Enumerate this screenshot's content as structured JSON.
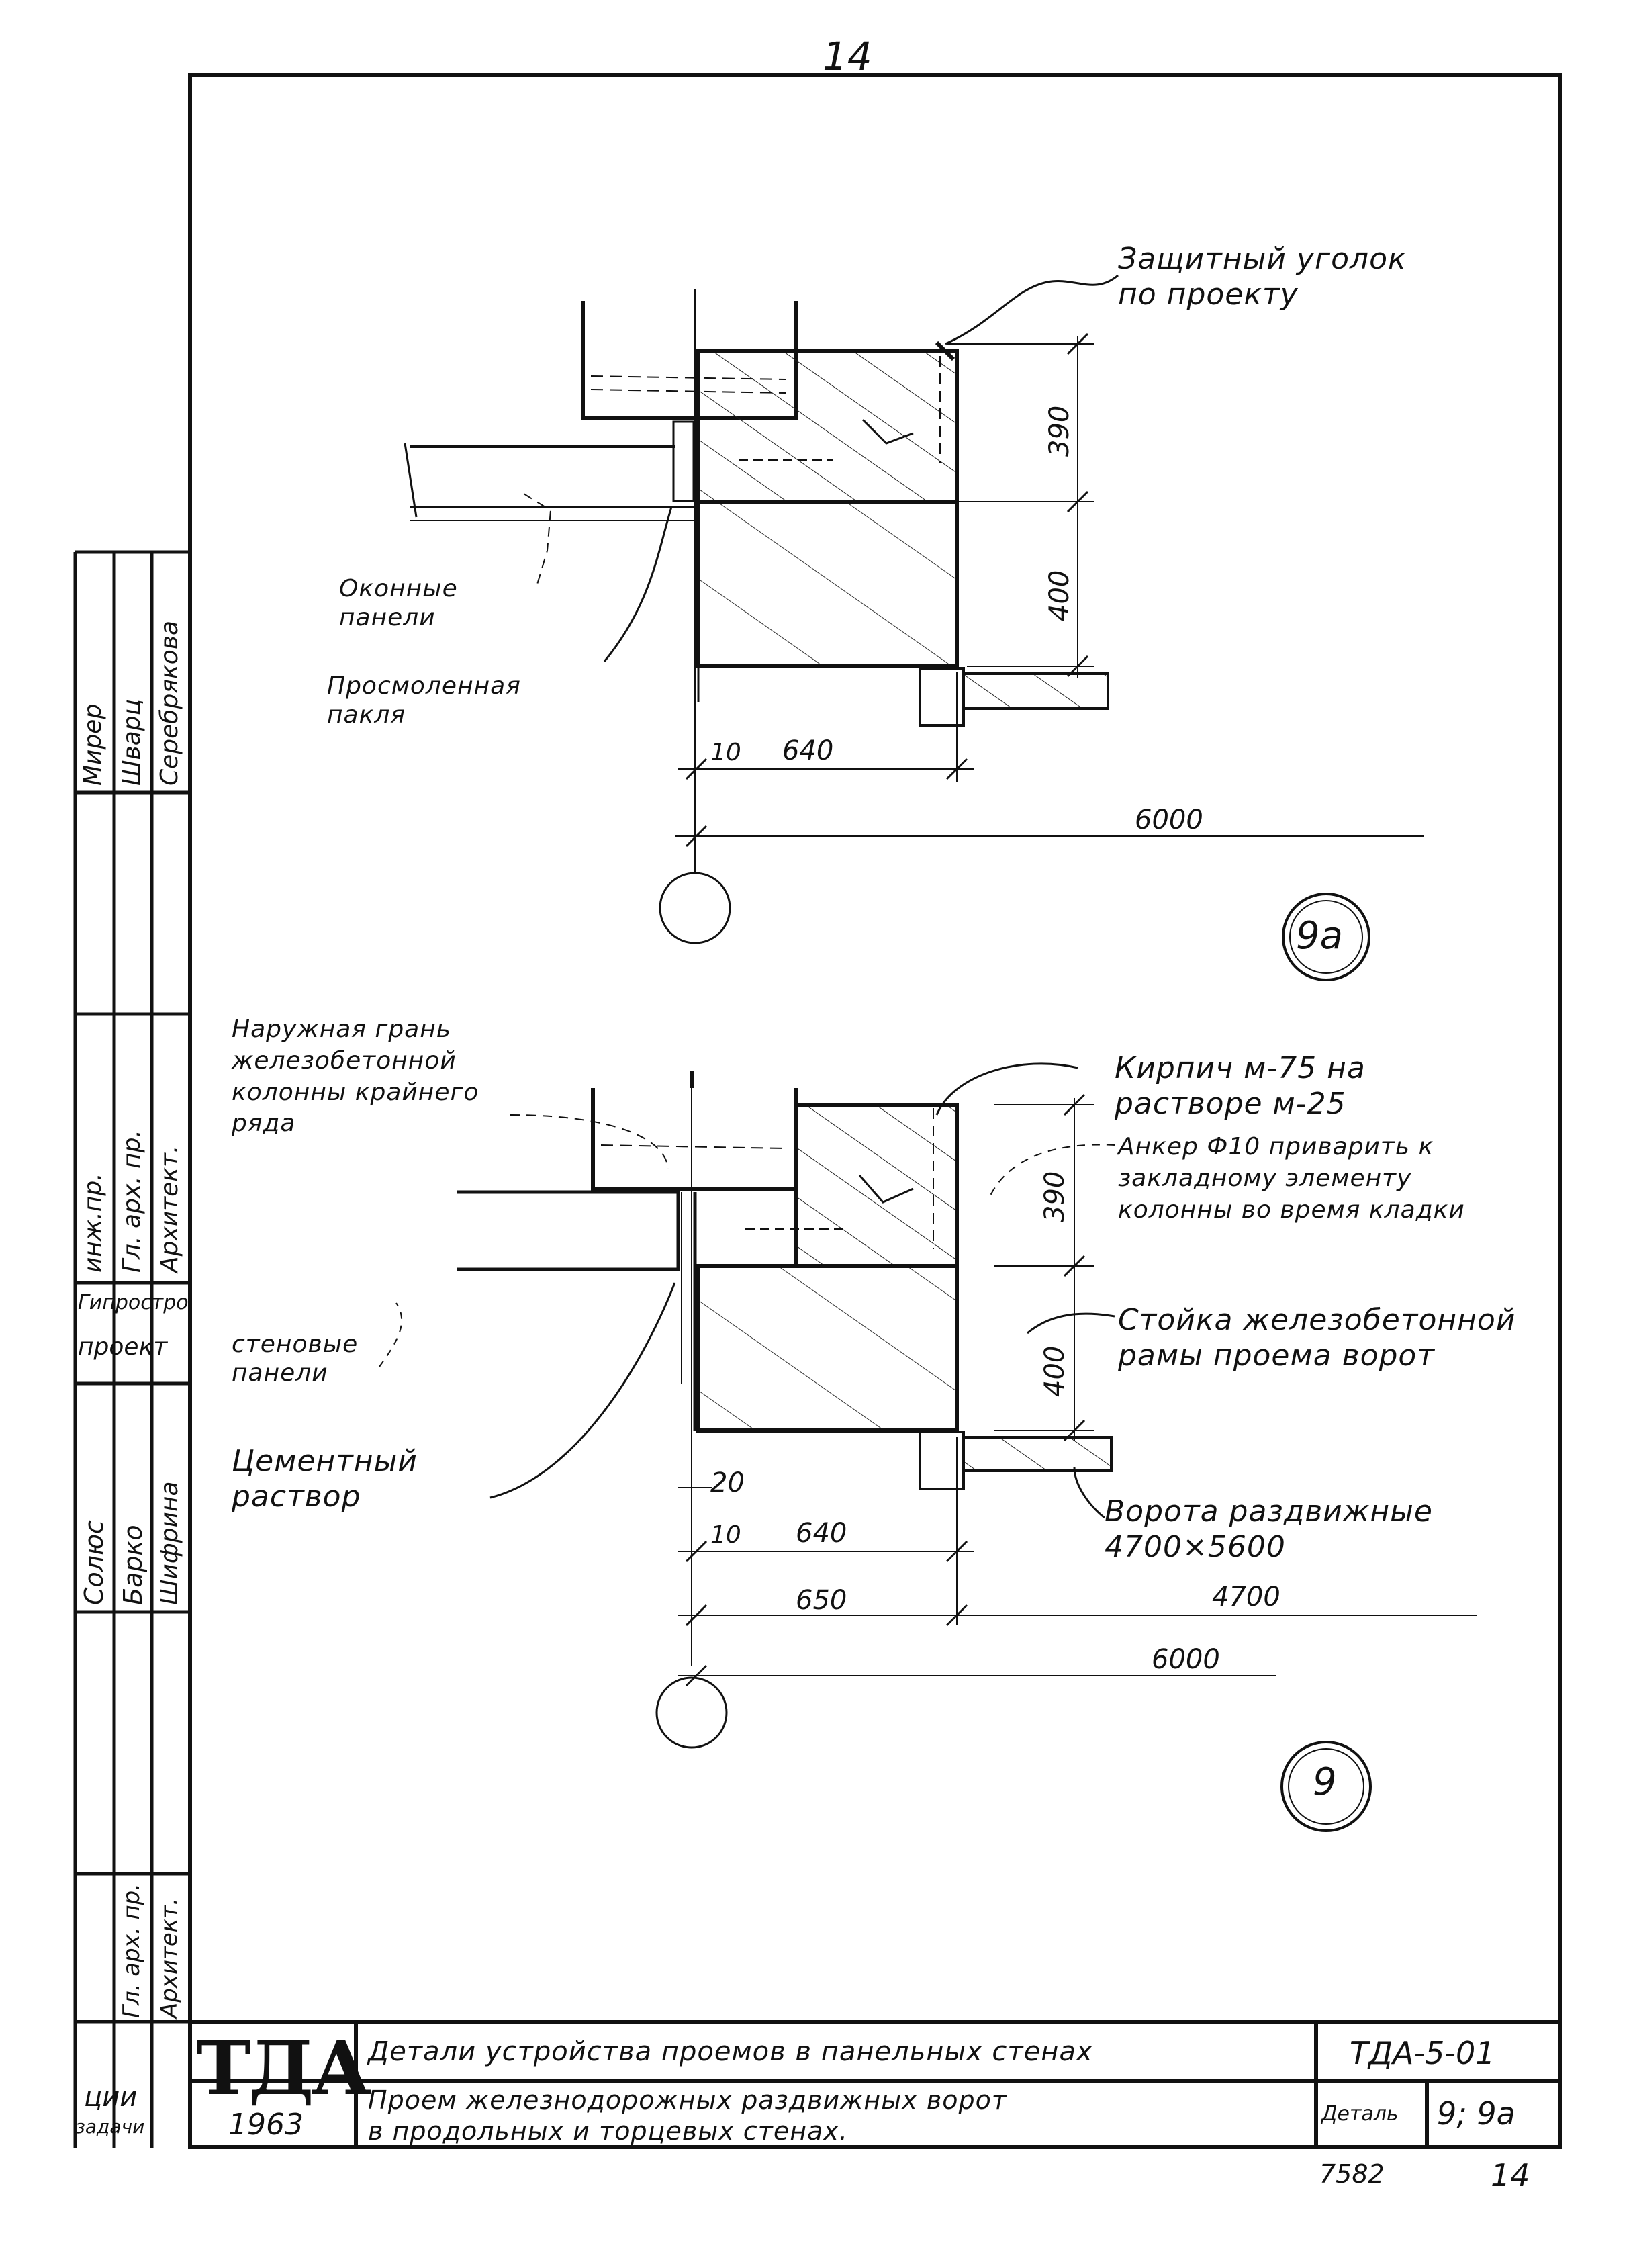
{
  "page_number_top": "14",
  "footer": {
    "left": "7582",
    "right": "14"
  },
  "detail_9a": {
    "callout_angle": "Защитный уголок\nпо проекту",
    "callout_panels": "Оконные\nпанели",
    "callout_tow": "Просмоленная\nпакля",
    "dim_390": "390",
    "dim_400": "400",
    "dim_10": "10",
    "dim_640": "640",
    "dim_6000": "6000",
    "marker": "9a"
  },
  "detail_9": {
    "callout_edge": "Наружная грань\nжелезобетонной\nколонны крайнего\nряда",
    "callout_brick": "Кирпич м-75 на\nрастворе м-25",
    "callout_anchor": "Анкер Ф10 приварить к\nзакладному элементу\nколонны во время кладки",
    "callout_post": "Стойка железобетонной\nрамы проема ворот",
    "callout_wall_panels": "стеновые\nпанели",
    "callout_mortar": "Цементный\nраствор",
    "callout_gates": "Ворота раздвижные\n4700×5600",
    "dim_390": "390",
    "dim_400": "400",
    "dim_20": "20",
    "dim_10": "10",
    "dim_640": "640",
    "dim_650": "650",
    "dim_4700": "4700",
    "dim_6000": "6000",
    "marker": "9"
  },
  "side_stamp": {
    "upper_roles": [
      "инж.пр.",
      "Гл. арх. пр.",
      "Архитект."
    ],
    "upper_names": [
      "Мирер",
      "Шварц",
      "Серебрякова"
    ],
    "org": [
      "Гипростро",
      "проект"
    ],
    "lower_roles": [
      "Гл. арх. пр.",
      "Архитект."
    ],
    "lower_names": [
      "Солюс",
      "Барко",
      "Шифрина"
    ],
    "bottom": [
      "ции",
      "задачи"
    ]
  },
  "title_block": {
    "logo": "ТДА",
    "year": "1963",
    "title": "Детали устройства проемов в панельных стенах",
    "subtitle": "Проем железнодорожных раздвижных ворот\nв продольных и торцевых стенах.",
    "code": "ТДА-5-01",
    "detail_label": "Деталь",
    "detail_value": "9; 9a"
  }
}
